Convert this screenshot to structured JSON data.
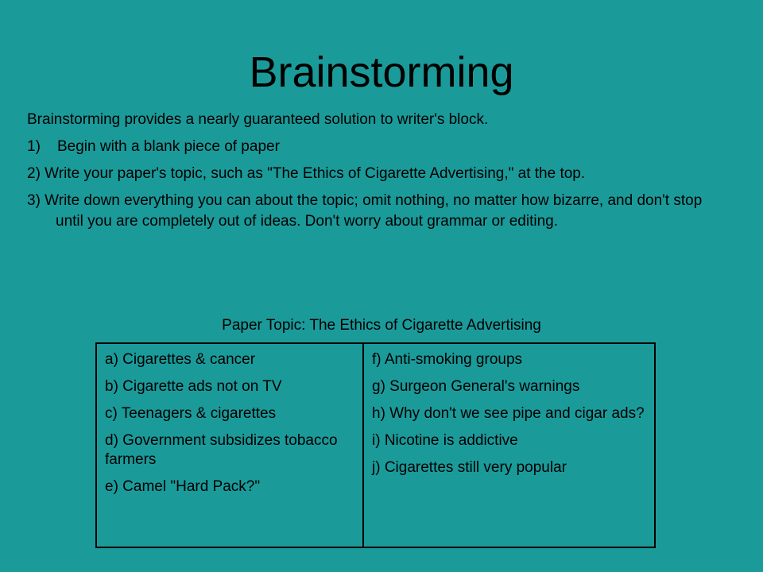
{
  "slide": {
    "title": "Brainstorming",
    "intro": "Brainstorming provides a nearly guaranteed solution to writer's block.",
    "steps": [
      {
        "num": "1)",
        "text": "Begin with a blank piece of paper"
      },
      {
        "text": "2) Write your paper's topic, such as \"The Ethics of Cigarette Advertising,\" at the top."
      },
      {
        "text": "3) Write down everything you can about the topic; omit nothing, no matter how bizarre, and don't stop until you are completely out of ideas. Don't worry about grammar or editing."
      }
    ],
    "topic": "Paper Topic: The Ethics of Cigarette Advertising",
    "left_items": [
      "a) Cigarettes & cancer",
      "b) Cigarette ads not on TV",
      "c) Teenagers & cigarettes",
      "d) Government subsidizes tobacco farmers",
      "e) Camel \"Hard Pack?\""
    ],
    "right_items": [
      "f) Anti-smoking groups",
      "g) Surgeon General's warnings",
      "h) Why don't we see pipe and cigar ads?",
      "i) Nicotine is addictive",
      "j) Cigarettes still very popular"
    ]
  }
}
